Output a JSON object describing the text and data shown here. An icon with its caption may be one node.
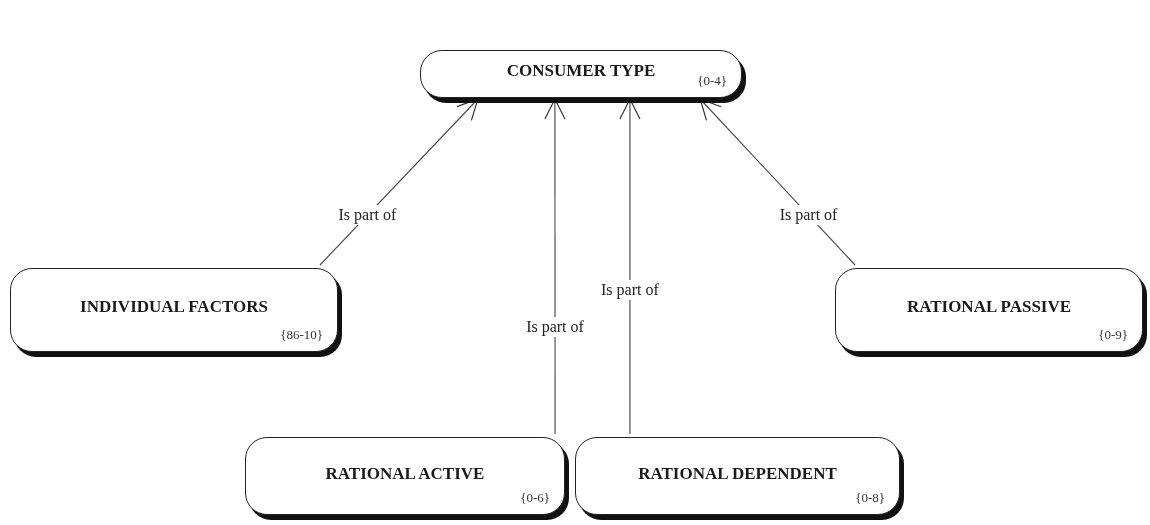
{
  "diagram": {
    "nodes": [
      {
        "text": [
          "CONSUMER TYPE",
          "{0-4}"
        ]
      },
      {
        "text": [
          "INDIVIDUAL FACTORS",
          "{86-10}"
        ]
      },
      {
        "text": [
          "RATIONAL ACTIVE",
          "{0-6}"
        ]
      },
      {
        "text": [
          "RATIONAL DEPENDENT",
          "{0-8}"
        ]
      },
      {
        "text": [
          "RATIONAL PASSIVE",
          "{0-9}"
        ]
      }
    ],
    "edges": [
      {
        "from": 1,
        "to": 0,
        "arrow": "to",
        "label": "Is part of"
      },
      {
        "from": 2,
        "to": 0,
        "arrow": "to",
        "label": "Is part of"
      },
      {
        "from": 3,
        "to": 0,
        "arrow": "to",
        "label": "Is part of"
      },
      {
        "from": 4,
        "to": 0,
        "arrow": "to",
        "label": "Is part of"
      }
    ]
  }
}
